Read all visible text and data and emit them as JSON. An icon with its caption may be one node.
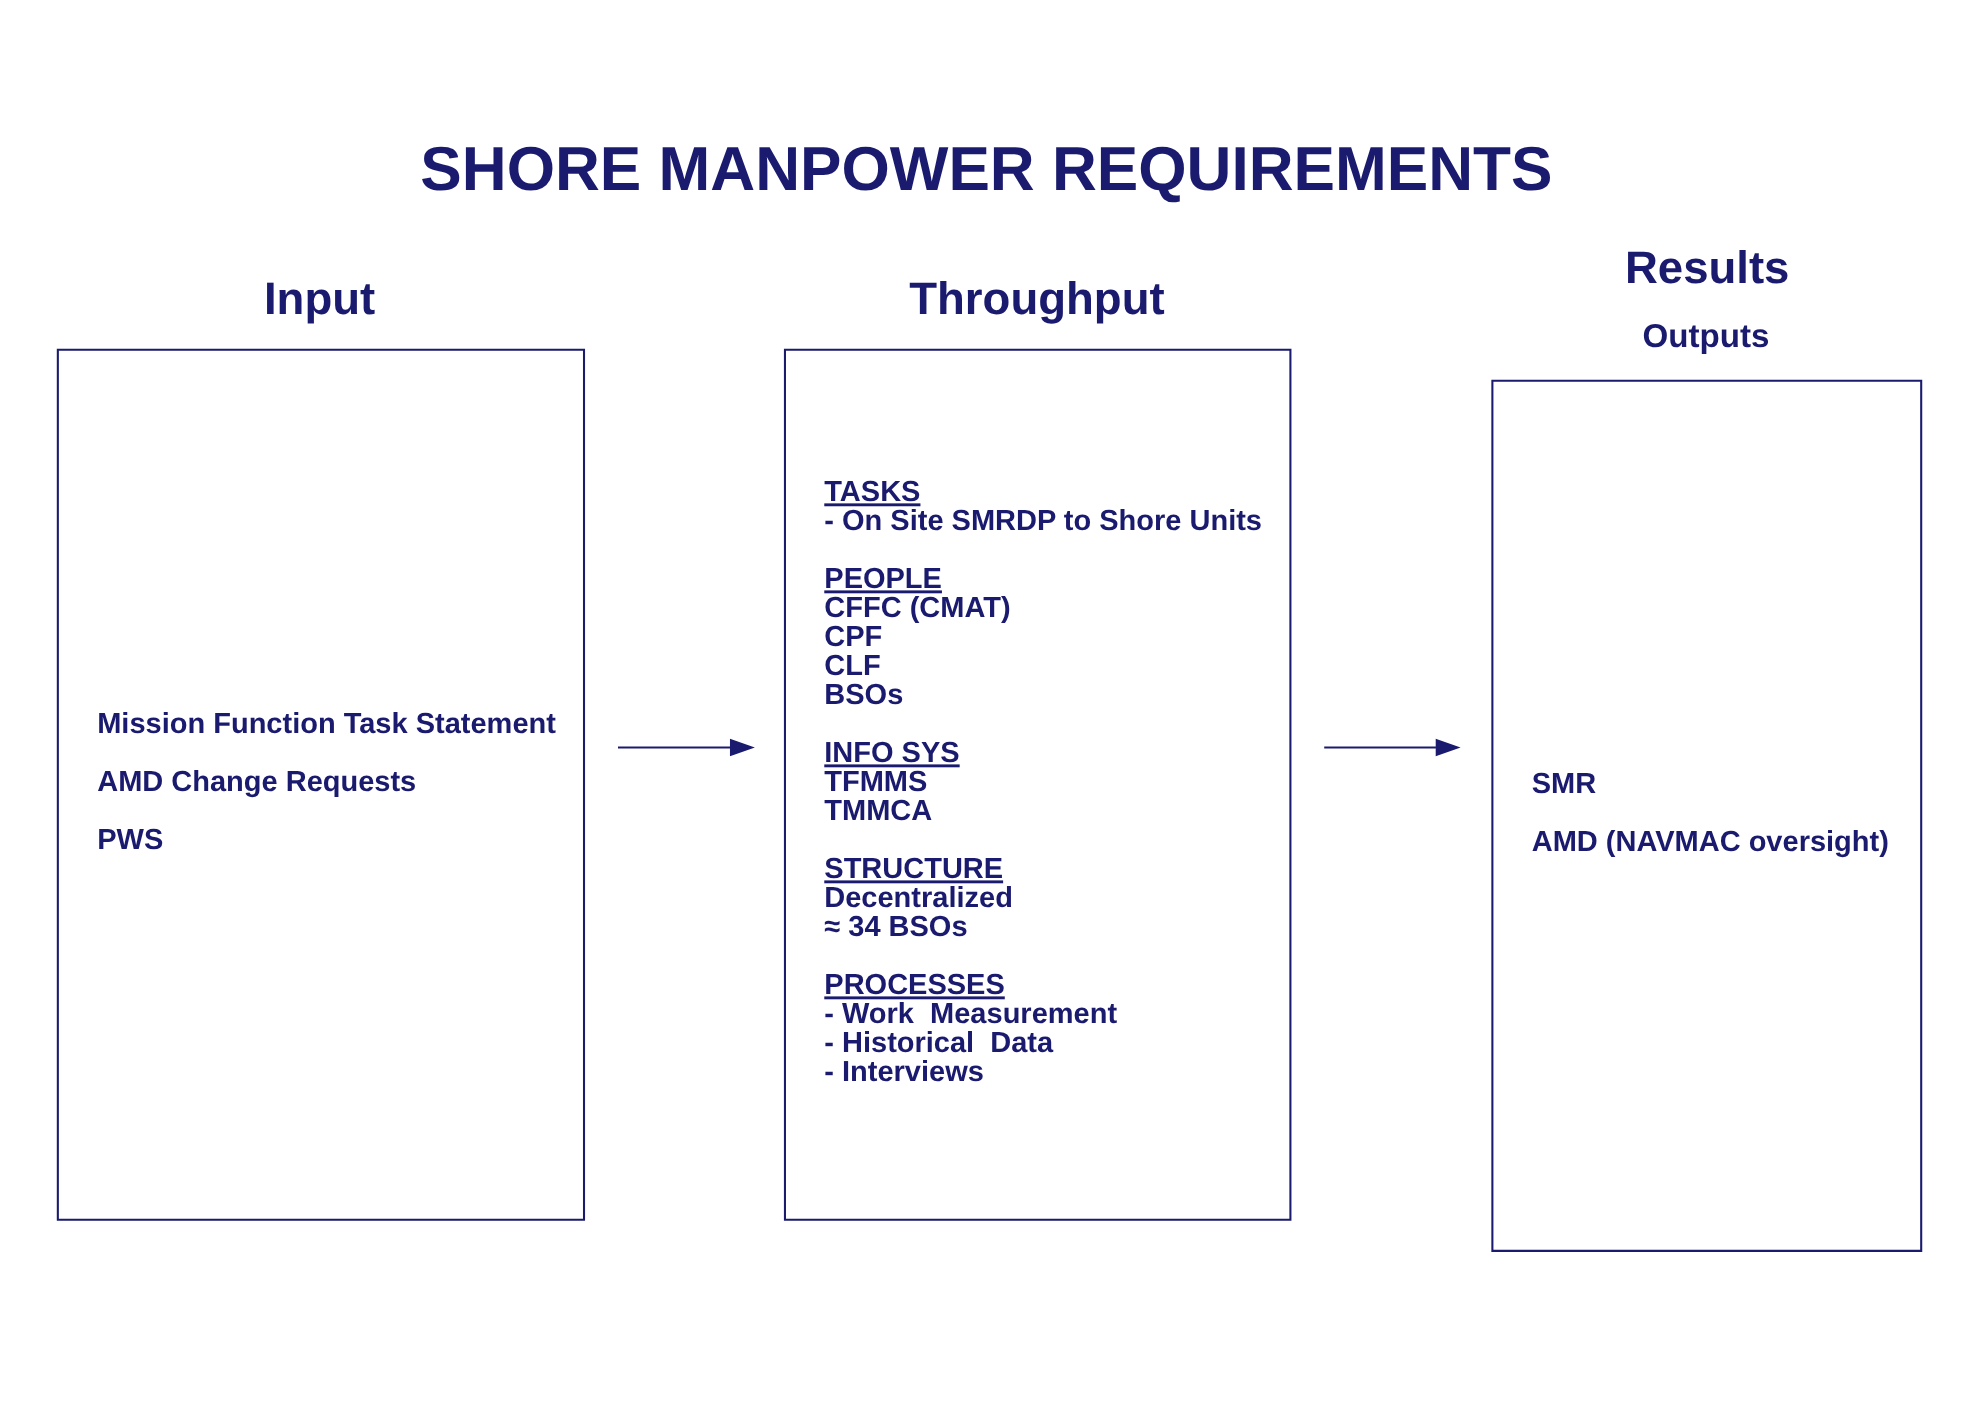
{
  "diagram": {
    "title": "SHORE MANPOWER REQUIREMENTS",
    "nodes": [
      {
        "text": [
          "Input",
          "Mission Function Task Statement",
          "AMD Change Requests",
          "PWS"
        ]
      },
      {
        "text": [
          "Throughput",
          "TASKS",
          "- On Site SMRDP to Shore Units",
          "PEOPLE",
          "CFFC (CMAT)",
          "CPF",
          "CLF",
          "BSOs",
          "INFO SYS",
          "TFMMS",
          "TMMCA",
          "STRUCTURE",
          "Decentralized",
          "≈ 34 BSOs",
          "PROCESSES",
          "- Work  Measurement",
          "- Historical  Data",
          "- Interviews"
        ]
      },
      {
        "text": [
          "Results",
          "Outputs",
          "SMR",
          "AMD (NAVMAC oversight)"
        ]
      }
    ],
    "edges": [
      {
        "from": 0,
        "to": 1,
        "arrow": "to"
      },
      {
        "from": 1,
        "to": 2,
        "arrow": "to"
      }
    ]
  }
}
